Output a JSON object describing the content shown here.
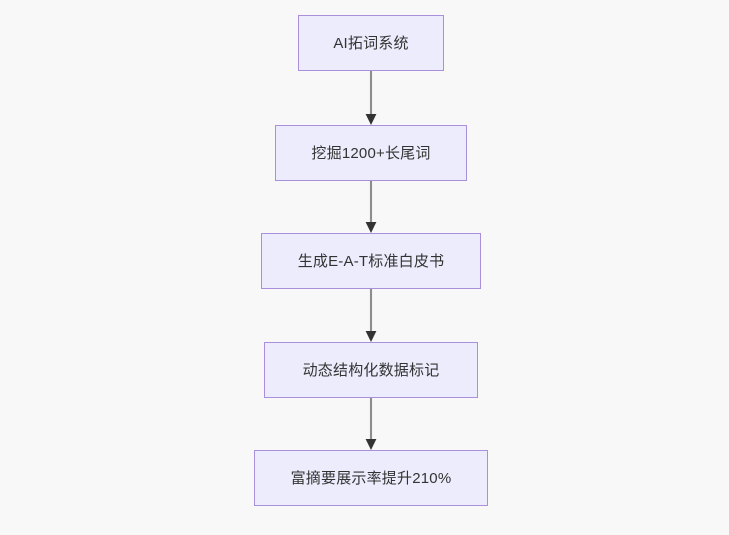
{
  "diagram": {
    "type": "flowchart",
    "orientation": "top-to-bottom",
    "background_color": "#f8f8f8",
    "node_fill_color": "#ececfc",
    "node_border_color": "#aa8fdc",
    "node_text_color": "#333333",
    "edge_line_color": "#8d8d8d",
    "edge_arrow_color": "#333333",
    "nodes": [
      {
        "id": "node-0",
        "label": "AI拓词系统"
      },
      {
        "id": "node-1",
        "label": "挖掘1200+长尾词"
      },
      {
        "id": "node-2",
        "label": "生成E-A-T标准白皮书"
      },
      {
        "id": "node-3",
        "label": "动态结构化数据标记"
      },
      {
        "id": "node-4",
        "label": "富摘要展示率提升210%"
      }
    ],
    "edges": [
      {
        "id": "edge-0",
        "from": "node-0",
        "to": "node-1",
        "arrow": "arrow-down-icon"
      },
      {
        "id": "edge-1",
        "from": "node-1",
        "to": "node-2",
        "arrow": "arrow-down-icon"
      },
      {
        "id": "edge-2",
        "from": "node-2",
        "to": "node-3",
        "arrow": "arrow-down-icon"
      },
      {
        "id": "edge-3",
        "from": "node-3",
        "to": "node-4",
        "arrow": "arrow-down-icon"
      }
    ]
  }
}
